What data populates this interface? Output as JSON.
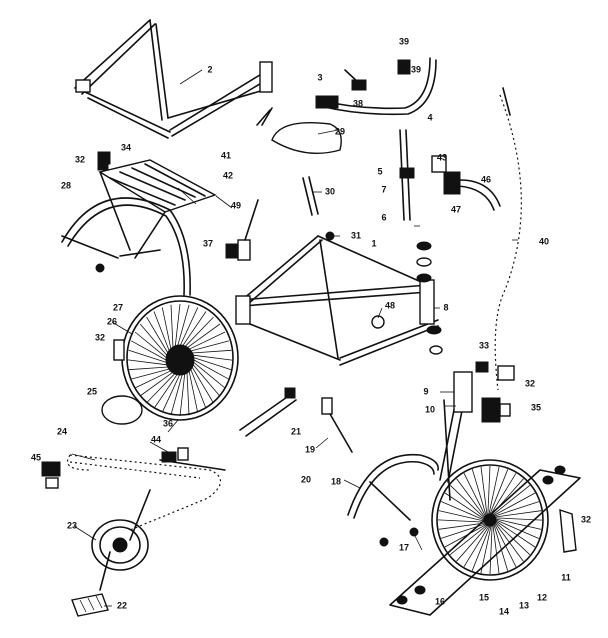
{
  "diagram": {
    "part_numbers": [
      "1",
      "2",
      "3",
      "4",
      "5",
      "6",
      "7",
      "8",
      "9",
      "10",
      "11",
      "12",
      "13",
      "14",
      "15",
      "16",
      "17",
      "18",
      "19",
      "20",
      "21",
      "22",
      "23",
      "24",
      "25",
      "26",
      "27",
      "28",
      "29",
      "30",
      "31",
      "32",
      "32",
      "32",
      "32",
      "33",
      "34",
      "35",
      "36",
      "37",
      "38",
      "39",
      "39",
      "40",
      "41",
      "42",
      "43",
      "44",
      "45",
      "46",
      "47",
      "48",
      "49"
    ]
  }
}
